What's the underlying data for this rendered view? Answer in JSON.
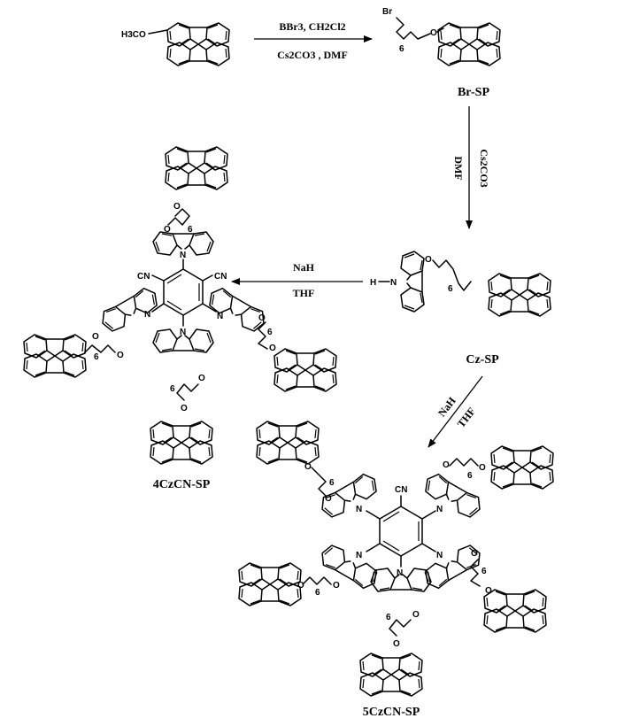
{
  "compounds": {
    "start": {
      "substituent": "H3CO"
    },
    "br_sp": {
      "name": "Br-SP",
      "atom_br": "Br",
      "atom_o": "O",
      "chain": "6"
    },
    "cz_sp": {
      "name": "Cz-SP",
      "atom_h": "H",
      "atom_n": "N",
      "atom_o": "O",
      "chain": "6"
    },
    "cn4": {
      "name": "4CzCN-SP",
      "cn": "CN",
      "atom_n": "N",
      "atom_o": "O",
      "chain": "6"
    },
    "cn5": {
      "name": "5CzCN-SP",
      "cn": "CN",
      "atom_n": "N",
      "atom_o": "O",
      "chain": "6"
    }
  },
  "reagents": {
    "step1_top": "BBr3,  CH2Cl2",
    "step1_bottom": "Cs2CO3 ,  DMF",
    "step2_left": "DMF",
    "step2_right": "Cs2CO3",
    "step3_top": "NaH",
    "step3_bottom": "THF",
    "step4_left": "NaH",
    "step4_right": "THF"
  },
  "colors": {
    "ink": "#000000",
    "background": "#ffffff"
  }
}
